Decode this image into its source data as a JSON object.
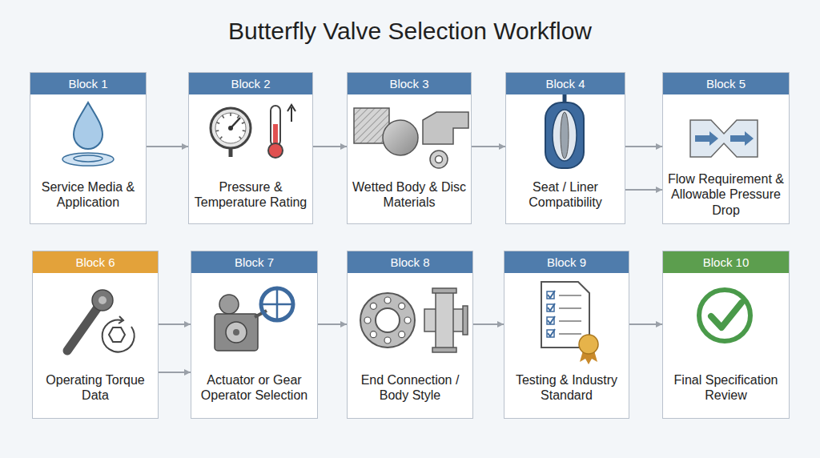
{
  "diagram": {
    "title": "Butterfly Valve Selection Workflow",
    "nodes": [
      {
        "text": [
          "Block 1",
          "Service Media & Application"
        ]
      },
      {
        "text": [
          "Block 2",
          "Pressure & Temperature Rating"
        ]
      },
      {
        "text": [
          "Block 3",
          "Wetted Body & Disc Materials"
        ]
      },
      {
        "text": [
          "Block 4",
          "Seat / Liner Compatibility"
        ]
      },
      {
        "text": [
          "Block 5",
          "Flow Requirement & Allowable Pressure Drop"
        ]
      },
      {
        "text": [
          "Block 6",
          "Operating Torque Data"
        ]
      },
      {
        "text": [
          "Block 7",
          "Actuator or Gear Operator Selection"
        ]
      },
      {
        "text": [
          "Block 8",
          "End Connection / Body Style"
        ]
      },
      {
        "text": [
          "Block 9",
          "Testing & Industry Standard"
        ]
      },
      {
        "text": [
          "Block 10",
          "Final Specification Review"
        ]
      }
    ],
    "edges": [
      {
        "from": 0,
        "to": 1,
        "arrow": "to"
      },
      {
        "from": 1,
        "to": 2,
        "arrow": "to"
      },
      {
        "from": 2,
        "to": 3,
        "arrow": "to"
      },
      {
        "from": 3,
        "to": 4,
        "arrow": "to"
      },
      {
        "from": 3,
        "to": 4,
        "arrow": "to"
      },
      {
        "from": 5,
        "to": 6,
        "arrow": "to"
      },
      {
        "from": 5,
        "to": 6,
        "arrow": "to"
      },
      {
        "from": 6,
        "to": 7,
        "arrow": "to"
      },
      {
        "from": 7,
        "to": 8,
        "arrow": "to"
      },
      {
        "from": 8,
        "to": 9,
        "arrow": "to"
      }
    ]
  }
}
